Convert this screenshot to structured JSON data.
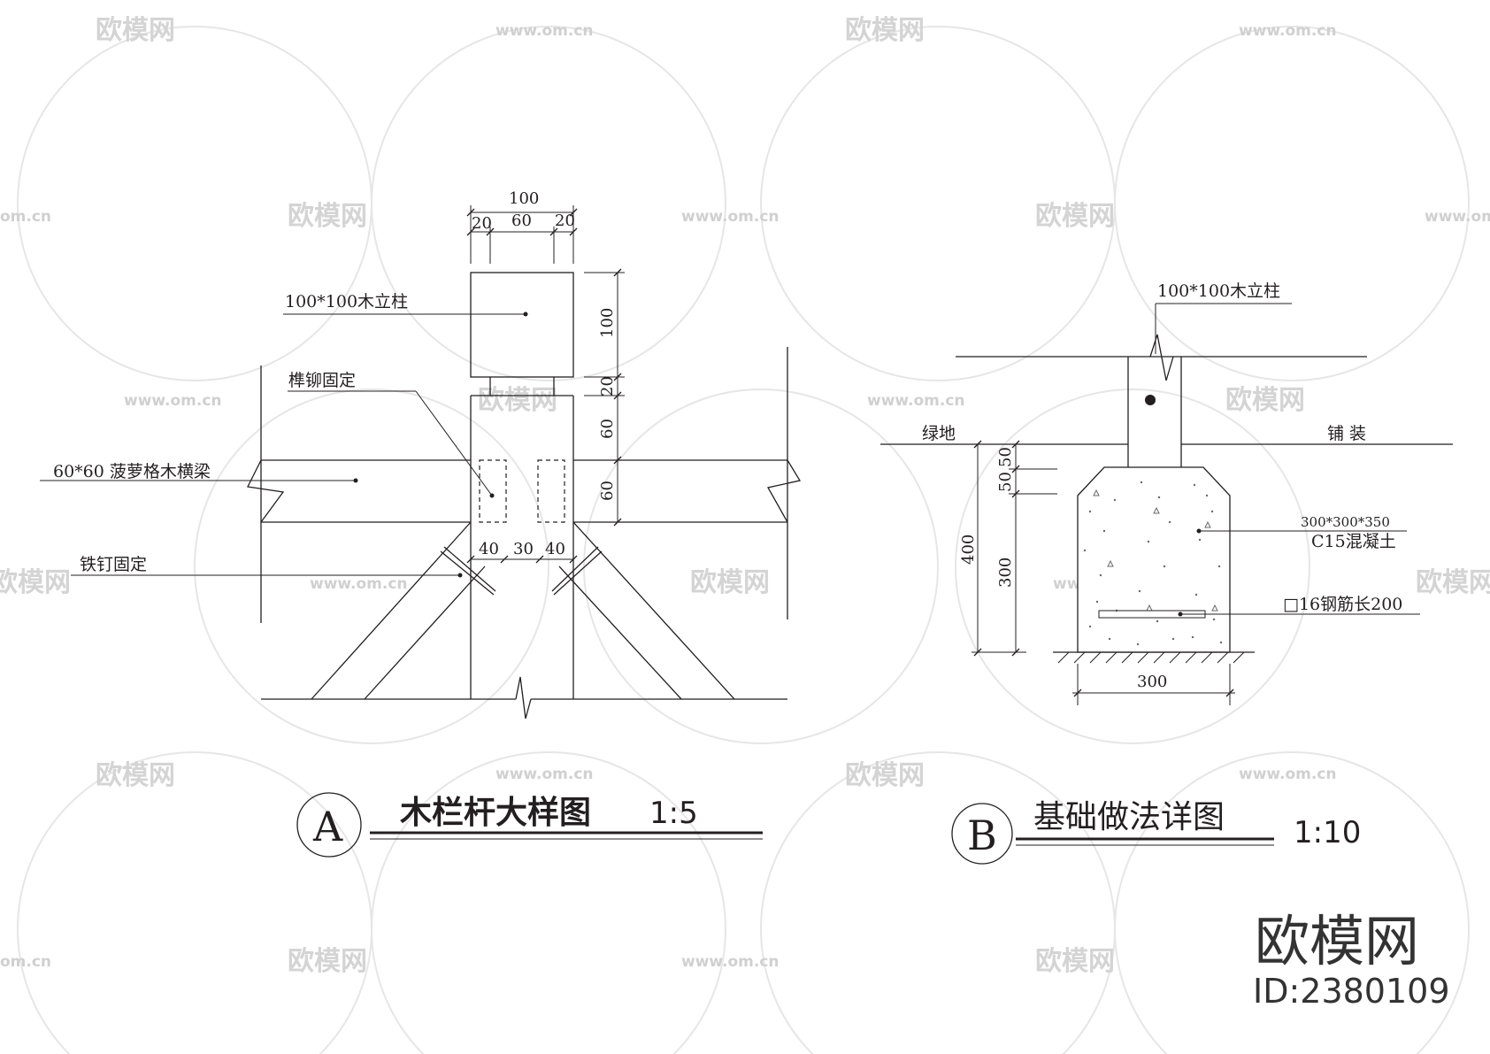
{
  "watermark": {
    "logo_text": "欧模网",
    "url_text": "www.om.cn",
    "url_short": "om.cn"
  },
  "detail_a": {
    "marker": "A",
    "title": "木栏杆大样图",
    "scale": "1:5",
    "labels": {
      "post": "100*100木立柱",
      "mortise": "榫铆固定",
      "beam": "60*60 菠萝格木横梁",
      "nail": "铁钉固定"
    },
    "dims": {
      "top_total": "100",
      "top_left": "20",
      "top_mid": "60",
      "top_right": "20",
      "v_post": "100",
      "v_gap": "20",
      "v_upper": "60",
      "v_lower": "60",
      "b_left": "40",
      "b_mid": "30",
      "b_right": "40"
    }
  },
  "detail_b": {
    "marker": "B",
    "title": "基础做法详图",
    "scale": "1:10",
    "labels": {
      "post": "100*100木立柱",
      "green": "绿地",
      "paving": "铺 装",
      "concrete_size": "300*300*350",
      "concrete": "C15混凝土",
      "rebar": "□16钢筋长200"
    },
    "dims": {
      "v_total": "400",
      "v_a": "50",
      "v_b": "50",
      "v_c": "300",
      "bottom": "300"
    }
  },
  "brand": {
    "name": "欧模网",
    "id": "ID:2380109"
  }
}
